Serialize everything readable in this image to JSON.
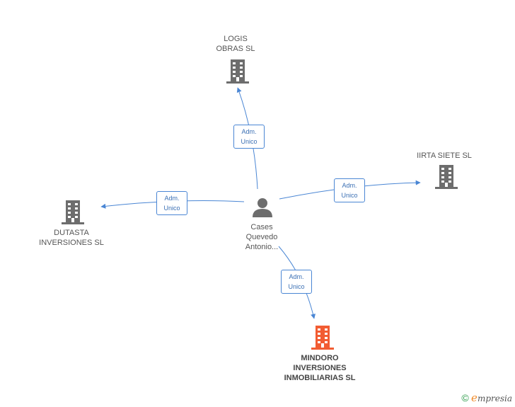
{
  "nodes": {
    "logis": {
      "label": "LOGIS\nOBRAS SL"
    },
    "iirta": {
      "label": "IIRTA SIETE SL"
    },
    "dutasta": {
      "label": "DUTASTA\nINVERSIONES SL"
    },
    "person": {
      "label": "Cases\nQuevedo\nAntonio..."
    },
    "mindoro": {
      "label": "MINDORO\nINVERSIONES\nINMOBILIARIAS SL"
    }
  },
  "edge_labels": {
    "to_logis": "Adm.\nUnico",
    "to_iirta": "Adm.\nUnico",
    "to_dutasta": "Adm.\nUnico",
    "to_mindoro": "Adm.\nUnico"
  },
  "colors": {
    "edge": "#4a86d4",
    "company_icon": "#6d6d6d",
    "focus_icon": "#f25c32",
    "person_icon": "#6d6d6d"
  },
  "watermark": {
    "symbol": "©",
    "brand_initial": "e",
    "brand_rest": "mpresia"
  }
}
